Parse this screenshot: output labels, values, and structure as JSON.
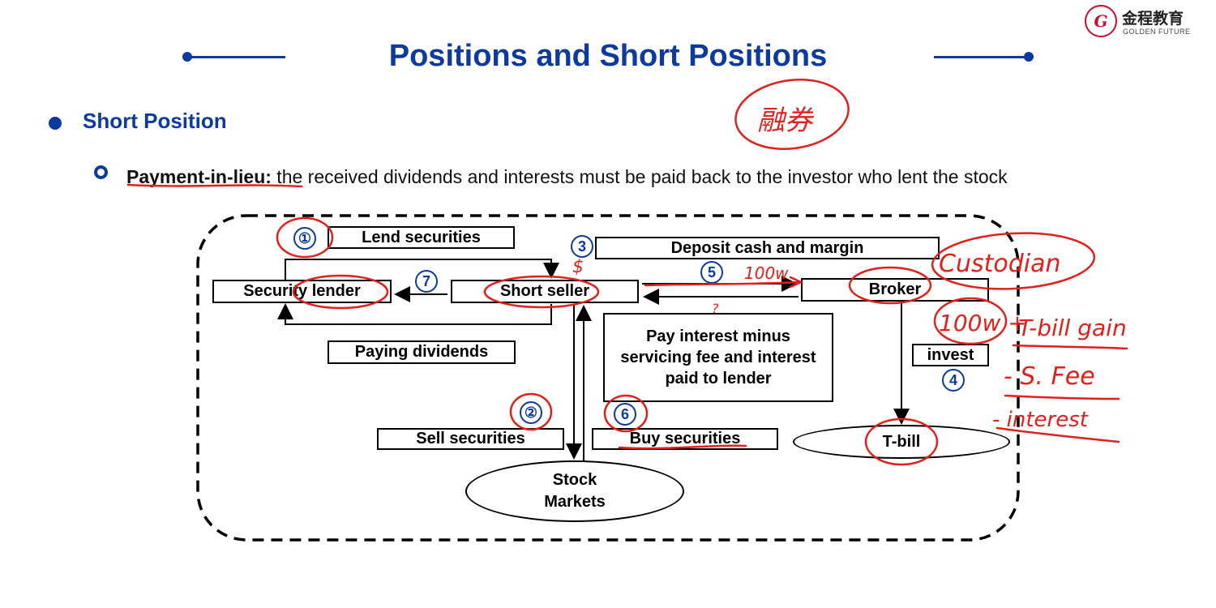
{
  "header": {
    "title": "Positions and Short Positions",
    "logo_cn": "金程教育",
    "logo_en": "GOLDEN FUTURE",
    "logo_glyph": "G",
    "accent_color": "#0d3a9e",
    "logo_color": "#c8102e"
  },
  "content": {
    "bullet1": "Short Position",
    "term": "Payment-in-lieu:",
    "definition": " the received dividends and interests must be paid back to the investor who lent the stock"
  },
  "diagram": {
    "nodes": {
      "lend_securities": "Lend securities",
      "deposit": "Deposit cash and margin",
      "security_lender": "Security lender",
      "short_seller": "Short seller",
      "broker": "Broker",
      "paying_dividends": "Paying dividends",
      "pay_interest": "Pay interest minus servicing fee and interest paid to lender",
      "invest": "invest",
      "sell_securities": "Sell securities",
      "buy_securities": "Buy securities",
      "t_bill": "T-bill",
      "stock_markets": "Stock Markets"
    },
    "step_numbers": [
      "①",
      "②",
      "3",
      "4",
      "5",
      "6",
      "7"
    ]
  },
  "annotations": {
    "note_cn": "融券",
    "note_custodian": "Custodian",
    "note_100w_top": "100w",
    "note_100w_right": "100w +",
    "note_tbill_gain": "T-bill gain",
    "note_sfee": "- S. Fee",
    "note_interest": "- interest",
    "note_dollar": "$",
    "note_q": "?",
    "ink_color": "#e0201b"
  }
}
